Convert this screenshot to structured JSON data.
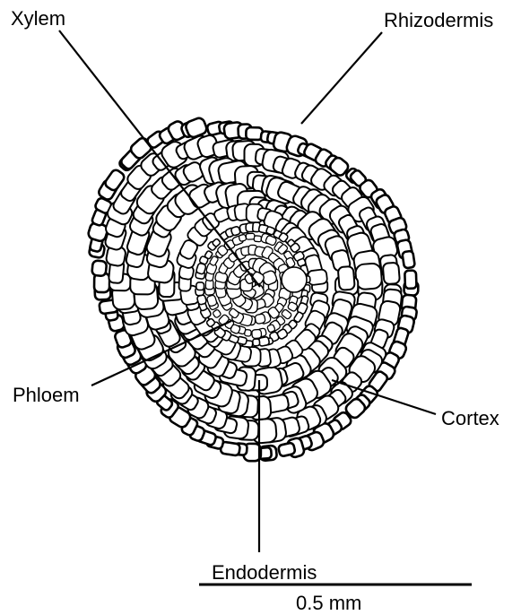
{
  "labels": {
    "xylem": "Xylem",
    "rhizodermis": "Rhizodermis",
    "phloem": "Phloem",
    "cortex": "Cortex",
    "endodermis": "Endodermis"
  },
  "scale_bar": {
    "label": "0.5 mm"
  },
  "colors": {
    "ink": "#000000",
    "cell_fill": "#ffffff"
  }
}
